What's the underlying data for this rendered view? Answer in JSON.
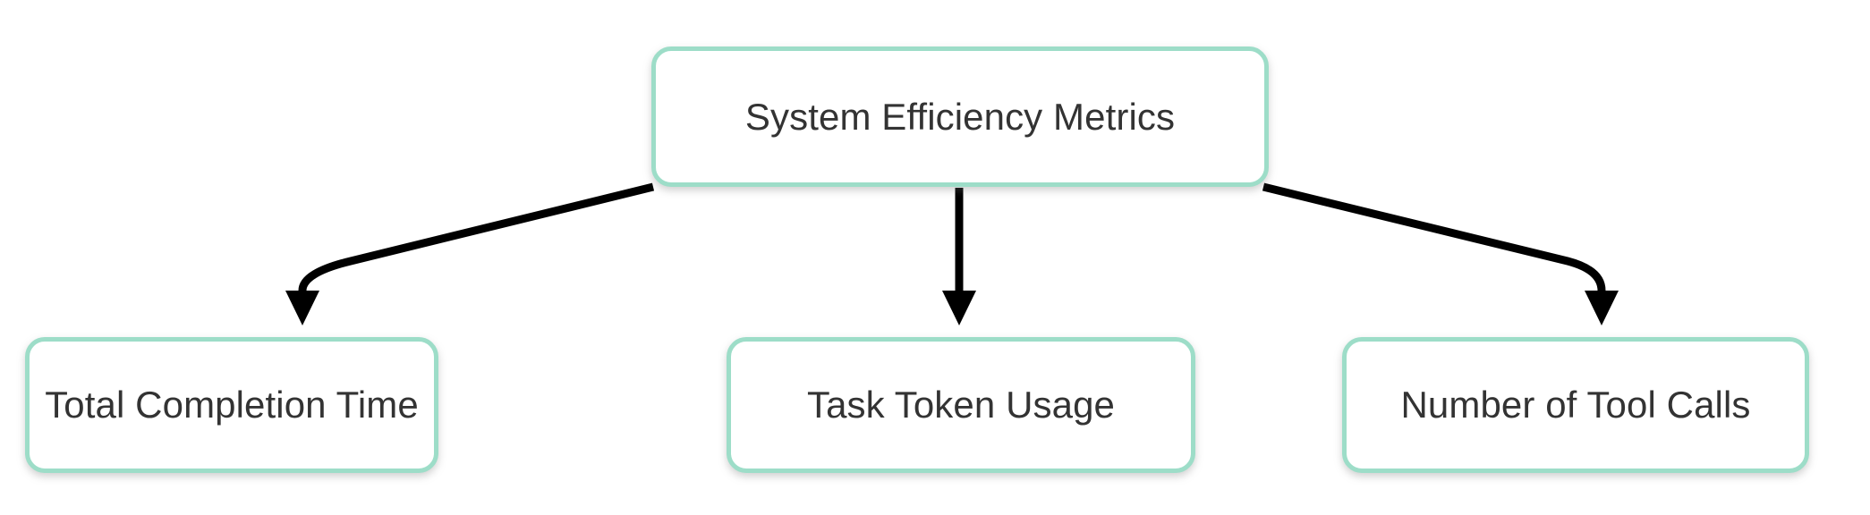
{
  "diagram": {
    "type": "tree",
    "title": "System Efficiency Metrics",
    "orientation": "top-down",
    "background_color": "#FFFFFF",
    "node_style": {
      "fill": "#FFFFFF",
      "border_color": "#9DDDC8",
      "text_color": "#333333",
      "shape": "rounded-rectangle"
    },
    "edge_style": {
      "color": "#000000",
      "arrowhead": "filled-triangle"
    },
    "root": {
      "id": "system-efficiency-metrics",
      "label": "System Efficiency Metrics"
    },
    "children": [
      {
        "id": "total-completion-time",
        "label": "Total Completion Time"
      },
      {
        "id": "task-token-usage",
        "label": "Task Token Usage"
      },
      {
        "id": "number-of-tool-calls",
        "label": "Number of Tool Calls"
      }
    ],
    "edges": [
      {
        "from": "system-efficiency-metrics",
        "to": "total-completion-time"
      },
      {
        "from": "system-efficiency-metrics",
        "to": "task-token-usage"
      },
      {
        "from": "system-efficiency-metrics",
        "to": "number-of-tool-calls"
      }
    ]
  }
}
